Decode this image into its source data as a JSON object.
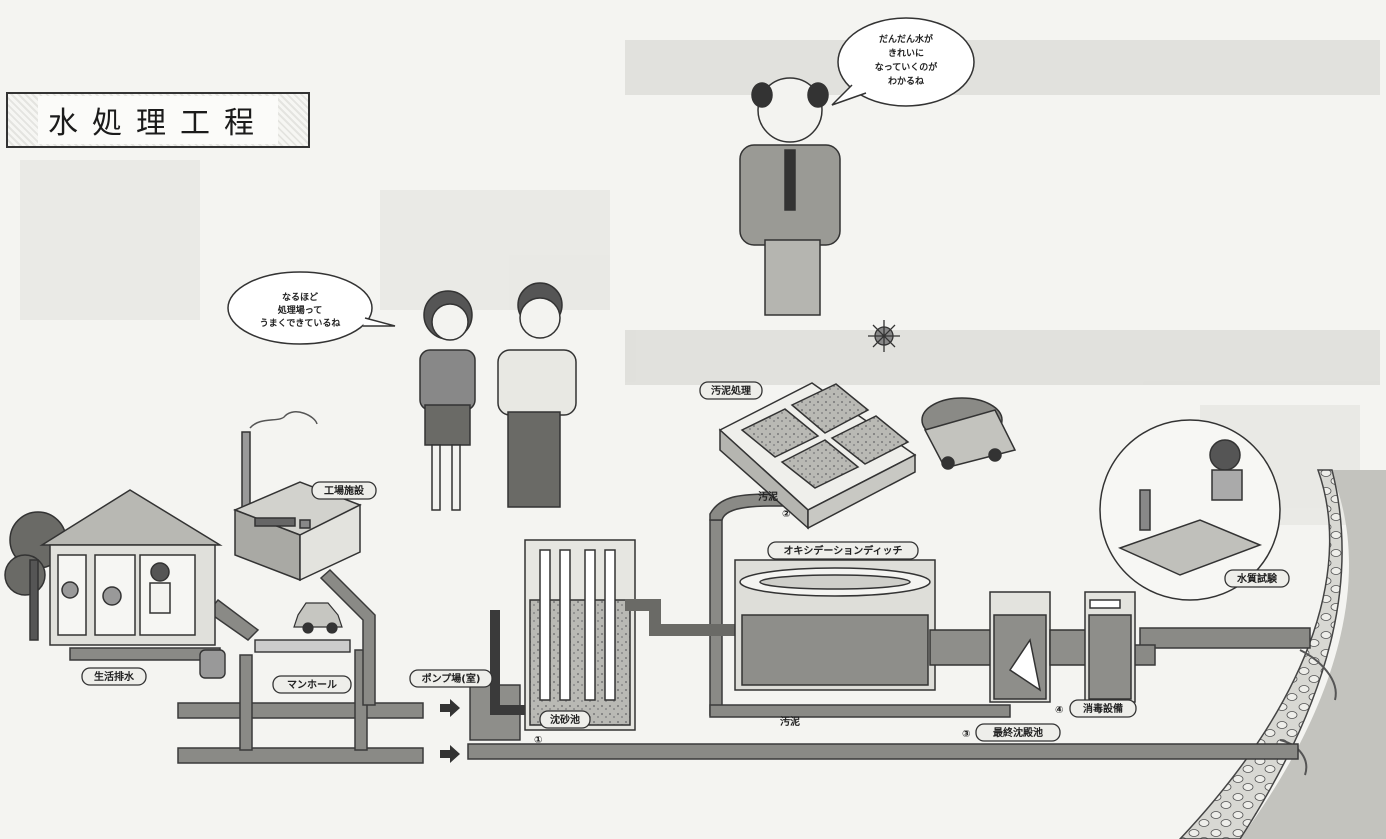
{
  "title": "水処理工程",
  "bubbles": {
    "couple": [
      "なるほど",
      "処理場って",
      "うまくできているね"
    ],
    "professor": [
      "だんだん水が",
      "きれいに",
      "なっていくのが",
      "わかるね"
    ]
  },
  "labels": {
    "domestic_wastewater": "生活排水",
    "factory": "工場施設",
    "manhole": "マンホール",
    "pump_station": "ポンプ場(室)",
    "grit_chamber": "沈砂池",
    "sludge_treatment": "汚泥処理",
    "oxidation_ditch": "オキシデーションディッチ",
    "sludge_upper": "汚泥",
    "sludge_lower": "汚泥",
    "final_clarifier": "最終沈殿池",
    "disinfection": "消毒設備",
    "water_quality_test": "水質試験"
  },
  "step_numbers": {
    "grit": "①",
    "ditch": "②",
    "clarifier": "③",
    "disinfection": "④"
  },
  "colors": {
    "pipe": "#7a7a7a",
    "pipe_dark": "#5a5a5a",
    "water": "#8e8e8a",
    "river": "#c9c9c4",
    "background": "#f4f4f1"
  }
}
